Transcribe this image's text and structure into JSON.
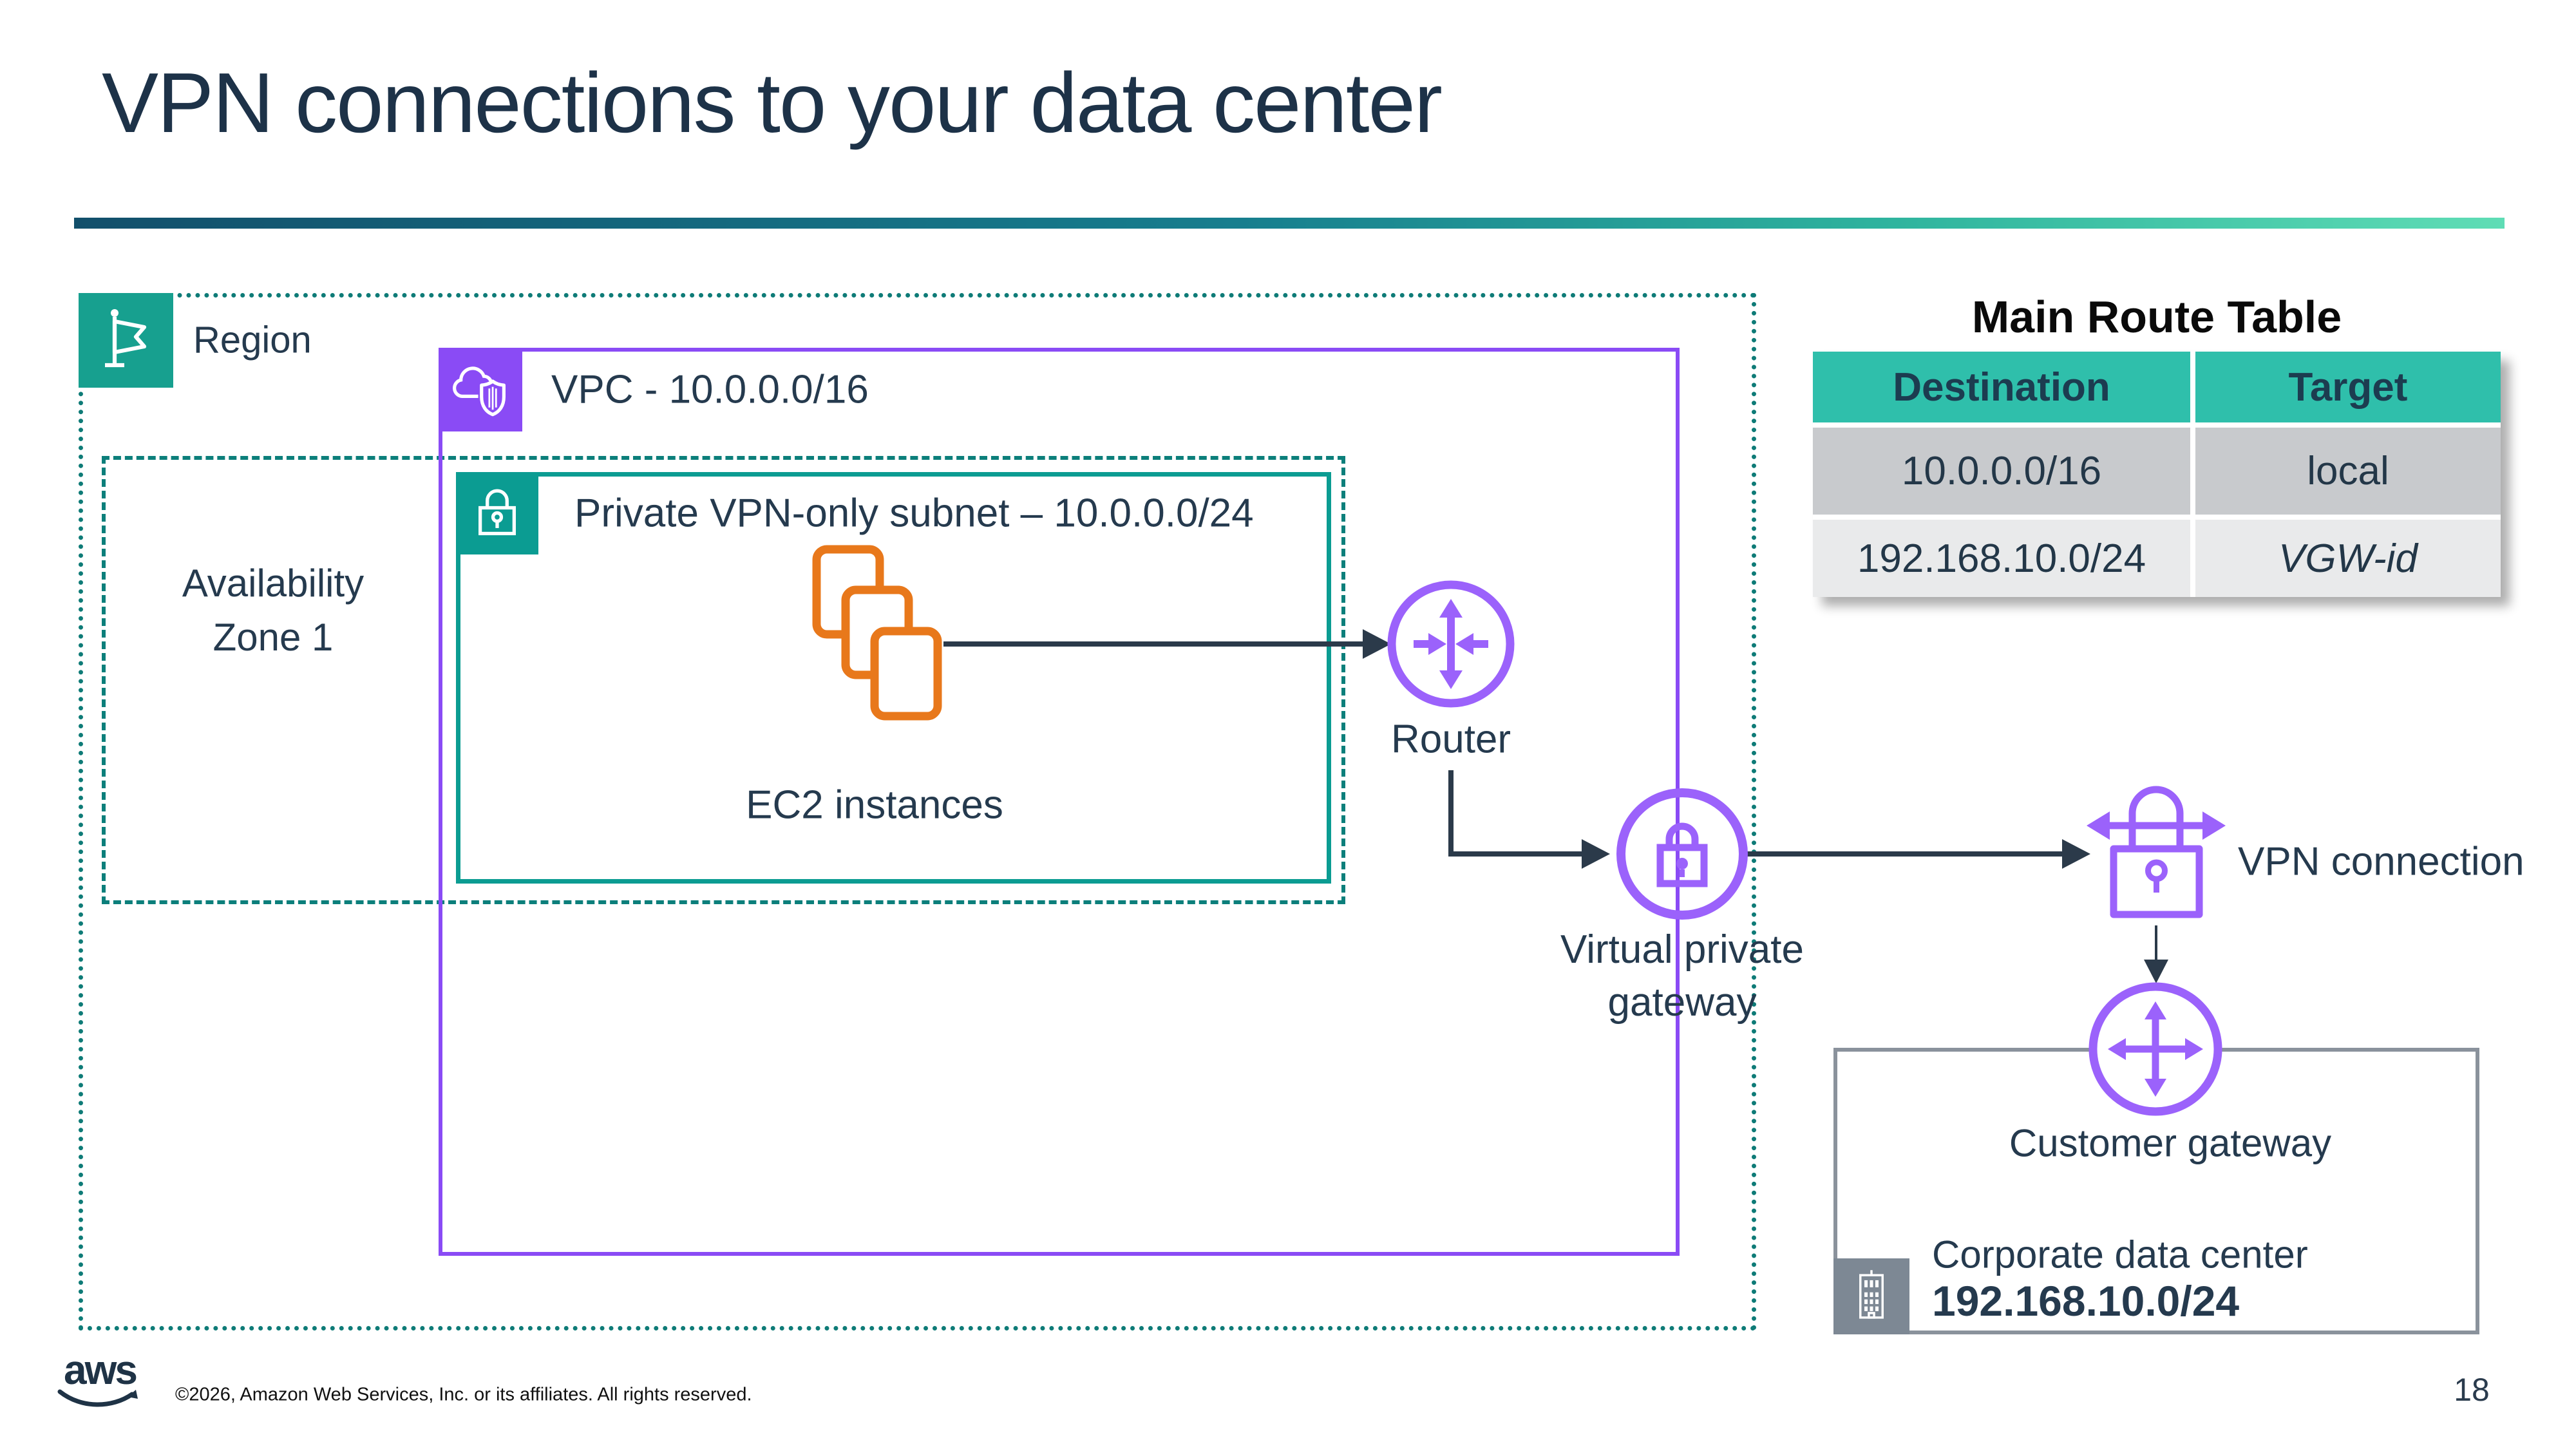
{
  "slide": {
    "title": "VPN connections to your data center",
    "page_number": "18",
    "copyright": "©2026, Amazon Web Services, Inc. or its affiliates. All rights reserved.",
    "logo_text": "aws"
  },
  "diagram": {
    "region": {
      "label": "Region"
    },
    "vpc": {
      "label": "VPC - 10.0.0.0/16"
    },
    "availability_zone": {
      "label_line1": "Availability",
      "label_line2": "Zone 1"
    },
    "subnet": {
      "label": "Private VPN-only subnet – 10.0.0.0/24"
    },
    "ec2": {
      "label": "EC2 instances"
    },
    "router": {
      "label": "Router"
    },
    "virtual_private_gateway": {
      "label_line1": "Virtual private",
      "label_line2": "gateway"
    },
    "vpn_connection": {
      "label": "VPN connection"
    },
    "customer_gateway": {
      "label": "Customer gateway"
    },
    "data_center": {
      "label": "Corporate data center",
      "cidr": "192.168.10.0/24"
    }
  },
  "route_table": {
    "title": "Main Route Table",
    "columns": [
      "Destination",
      "Target"
    ],
    "rows": [
      {
        "destination": "10.0.0.0/16",
        "target": "local"
      },
      {
        "destination": "192.168.10.0/24",
        "target": "VGW-id"
      }
    ]
  },
  "colors": {
    "title_navy": "#1D3248",
    "label_navy": "#253A4E",
    "region_teal_border": "#0E7B77",
    "region_chip_teal": "#17A08F",
    "subnet_teal": "#0B9C92",
    "vpc_purple": "#8A4BF5",
    "icon_purple": "#9B62FB",
    "ec2_orange": "#E8781B",
    "datacenter_gray": "#8A929C",
    "connector_dark": "#2B3A4A",
    "table_header_teal": "#2FBFAB",
    "table_row1_gray": "#C8CACD",
    "table_row2_gray": "#E9EAEB",
    "rule_gradient_left": "#124F6B",
    "rule_gradient_right": "#5FDDB5"
  }
}
